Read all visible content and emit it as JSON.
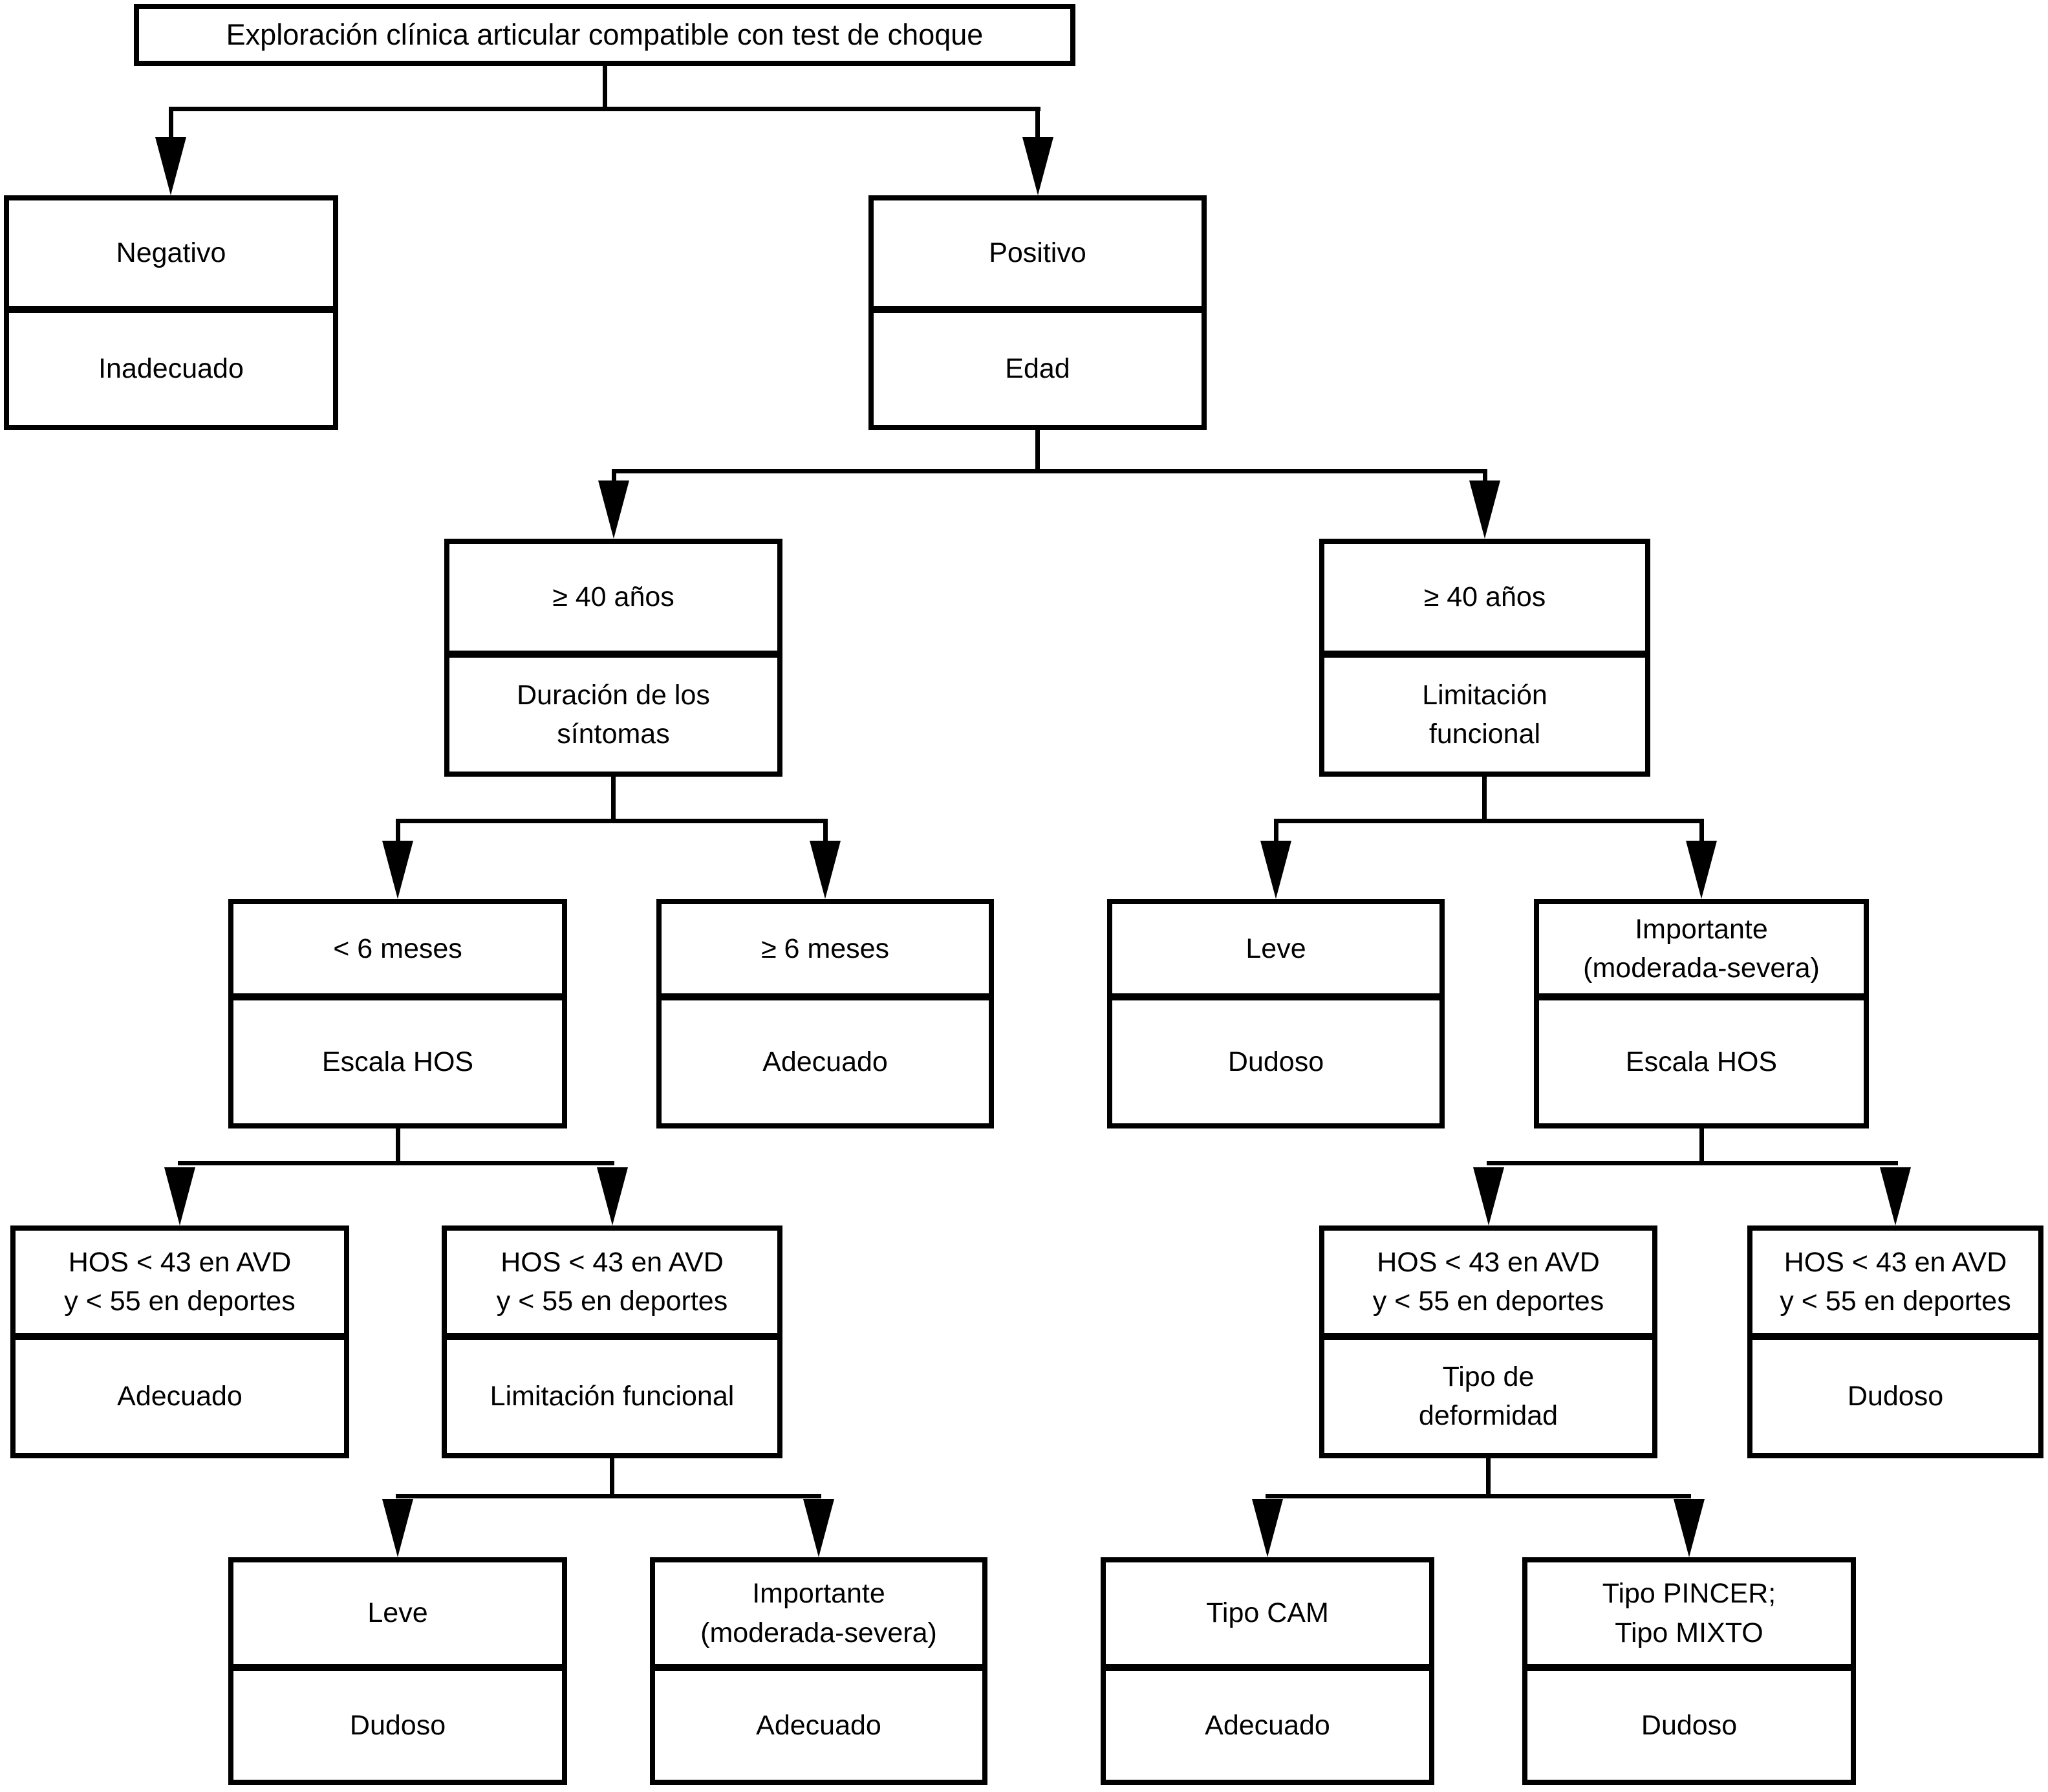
{
  "root": {
    "label": "Exploración clínica articular compatible con test de choque"
  },
  "nodes": {
    "negativo": {
      "top": "Negativo",
      "bottom": "Inadecuado"
    },
    "positivo": {
      "top": "Positivo",
      "bottom": "Edad"
    },
    "edad_duracion": {
      "top": "≥ 40 años",
      "bottom": "Duración de los\nsíntomas"
    },
    "edad_limitacion": {
      "top": "≥ 40 años",
      "bottom": "Limitación\nfuncional"
    },
    "meses_menos6": {
      "top": "< 6 meses",
      "bottom": "Escala HOS"
    },
    "meses_mas6": {
      "top": "≥ 6 meses",
      "bottom": "Adecuado"
    },
    "limitacion_leve": {
      "top": "Leve",
      "bottom": "Dudoso"
    },
    "limitacion_imp": {
      "top": "Importante\n(moderada-severa)",
      "bottom": "Escala HOS"
    },
    "hos_izq_a": {
      "top": "HOS < 43 en AVD\ny < 55 en deportes",
      "bottom": "Adecuado"
    },
    "hos_izq_b": {
      "top": "HOS < 43 en AVD\ny < 55 en deportes",
      "bottom": "Limitación funcional"
    },
    "hos_der_a": {
      "top": "HOS < 43 en AVD\ny < 55 en deportes",
      "bottom": "Tipo de\ndeformidad"
    },
    "hos_der_b": {
      "top": "HOS < 43 en AVD\ny < 55 en deportes",
      "bottom": "Dudoso"
    },
    "leve_final": {
      "top": "Leve",
      "bottom": "Dudoso"
    },
    "importante_final": {
      "top": "Importante\n(moderada-severa)",
      "bottom": "Adecuado"
    },
    "tipo_cam": {
      "top": "Tipo CAM",
      "bottom": "Adecuado"
    },
    "tipo_pincer": {
      "top": "Tipo PINCER;\nTipo MIXTO",
      "bottom": "Dudoso"
    }
  },
  "colors": {
    "line": "#000000",
    "box_background": "#ffffff",
    "text": "#000000"
  }
}
